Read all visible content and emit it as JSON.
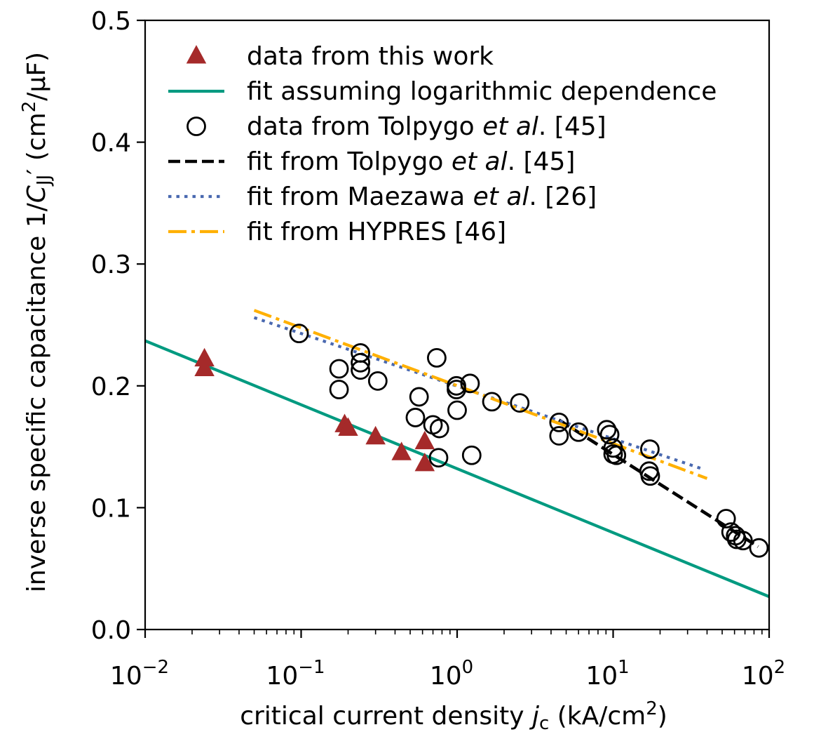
{
  "chart_data": {
    "type": "scatter",
    "x_scale": "log",
    "y_scale": "linear",
    "xlim": [
      0.01,
      100
    ],
    "ylim": [
      0.0,
      0.5
    ],
    "xlabel": {
      "prefix": "critical current density ",
      "var": "j",
      "var_sub": "c",
      "unit_open": " (kA/cm",
      "unit_sup": "2",
      "unit_close": ")"
    },
    "ylabel": {
      "prefix": "inverse specific capacitance 1/",
      "var": "C",
      "var_sub": "JJ",
      "var_prime": "′",
      "unit_open": " (cm",
      "unit_sup": "2",
      "unit_close": "/μF)"
    },
    "x_ticks": [
      {
        "value": 0.01,
        "base": "10",
        "exp": "−2"
      },
      {
        "value": 0.1,
        "base": "10",
        "exp": "−1"
      },
      {
        "value": 1,
        "base": "10",
        "exp": "0"
      },
      {
        "value": 10,
        "base": "10",
        "exp": "1"
      },
      {
        "value": 100,
        "base": "10",
        "exp": "2"
      }
    ],
    "y_ticks": [
      {
        "value": 0.0,
        "label": "0.0"
      },
      {
        "value": 0.1,
        "label": "0.1"
      },
      {
        "value": 0.2,
        "label": "0.2"
      },
      {
        "value": 0.3,
        "label": "0.3"
      },
      {
        "value": 0.4,
        "label": "0.4"
      },
      {
        "value": 0.5,
        "label": "0.5"
      }
    ],
    "legend_position": "top-left",
    "series": [
      {
        "name": "data from this work",
        "kind": "marker-triangle",
        "color": "#a52a2a",
        "points": [
          [
            0.024,
            0.222
          ],
          [
            0.024,
            0.214
          ],
          [
            0.19,
            0.168
          ],
          [
            0.2,
            0.165
          ],
          [
            0.3,
            0.158
          ],
          [
            0.44,
            0.145
          ],
          [
            0.62,
            0.154
          ],
          [
            0.62,
            0.136
          ]
        ]
      },
      {
        "name": "fit assuming logarithmic dependence",
        "kind": "line-solid",
        "color": "#009a80",
        "points": [
          [
            0.01,
            0.237
          ],
          [
            100,
            0.027
          ]
        ]
      },
      {
        "name": "data from Tolpygo et al. [45]",
        "kind": "marker-circle",
        "color": "#000000",
        "points": [
          [
            0.097,
            0.243
          ],
          [
            0.175,
            0.214
          ],
          [
            0.175,
            0.197
          ],
          [
            0.24,
            0.227
          ],
          [
            0.24,
            0.219
          ],
          [
            0.24,
            0.213
          ],
          [
            0.31,
            0.204
          ],
          [
            0.54,
            0.174
          ],
          [
            0.57,
            0.191
          ],
          [
            0.74,
            0.223
          ],
          [
            0.7,
            0.168
          ],
          [
            0.77,
            0.165
          ],
          [
            0.76,
            0.141
          ],
          [
            0.99,
            0.2
          ],
          [
            0.99,
            0.197
          ],
          [
            1.0,
            0.18
          ],
          [
            1.21,
            0.202
          ],
          [
            1.24,
            0.143
          ],
          [
            1.67,
            0.187
          ],
          [
            2.52,
            0.186
          ],
          [
            4.5,
            0.17
          ],
          [
            4.5,
            0.159
          ],
          [
            6.0,
            0.162
          ],
          [
            9.1,
            0.164
          ],
          [
            9.5,
            0.16
          ],
          [
            10.0,
            0.149
          ],
          [
            10.0,
            0.144
          ],
          [
            10.5,
            0.143
          ],
          [
            17.2,
            0.148
          ],
          [
            17.0,
            0.13
          ],
          [
            17.3,
            0.126
          ],
          [
            53,
            0.091
          ],
          [
            57,
            0.08
          ],
          [
            61,
            0.077
          ],
          [
            62,
            0.074
          ],
          [
            68,
            0.073
          ],
          [
            86,
            0.067
          ]
        ]
      },
      {
        "name": "fit from Tolpygo et al. [45]",
        "kind": "line-dashed",
        "color": "#000000",
        "points": [
          [
            4.5,
            0.172
          ],
          [
            85,
            0.068
          ]
        ]
      },
      {
        "name": "fit from Maezawa et al. [26]",
        "kind": "line-dotted",
        "color": "#4a69b0",
        "points": [
          [
            0.05,
            0.256
          ],
          [
            37,
            0.132
          ]
        ]
      },
      {
        "name": "fit from HYPRES [46]",
        "kind": "line-dashdot",
        "color": "#ffb000",
        "points": [
          [
            0.05,
            0.262
          ],
          [
            40,
            0.124
          ]
        ]
      }
    ],
    "legend": [
      {
        "kind": "marker-triangle",
        "color": "#a52a2a",
        "text": "data from this work",
        "italic": "",
        "tail": ""
      },
      {
        "kind": "line-solid",
        "color": "#009a80",
        "text": "fit assuming logarithmic dependence",
        "italic": "",
        "tail": ""
      },
      {
        "kind": "marker-circle",
        "color": "#000000",
        "text": "data from Tolpygo ",
        "italic": "et al",
        "tail": ". [45]"
      },
      {
        "kind": "line-dashed",
        "color": "#000000",
        "text": "fit from Tolpygo ",
        "italic": "et al",
        "tail": ". [45]"
      },
      {
        "kind": "line-dotted",
        "color": "#4a69b0",
        "text": "fit from Maezawa ",
        "italic": "et al",
        "tail": ". [26]"
      },
      {
        "kind": "line-dashdot",
        "color": "#ffb000",
        "text": "fit from HYPRES [46]",
        "italic": "",
        "tail": ""
      }
    ]
  }
}
